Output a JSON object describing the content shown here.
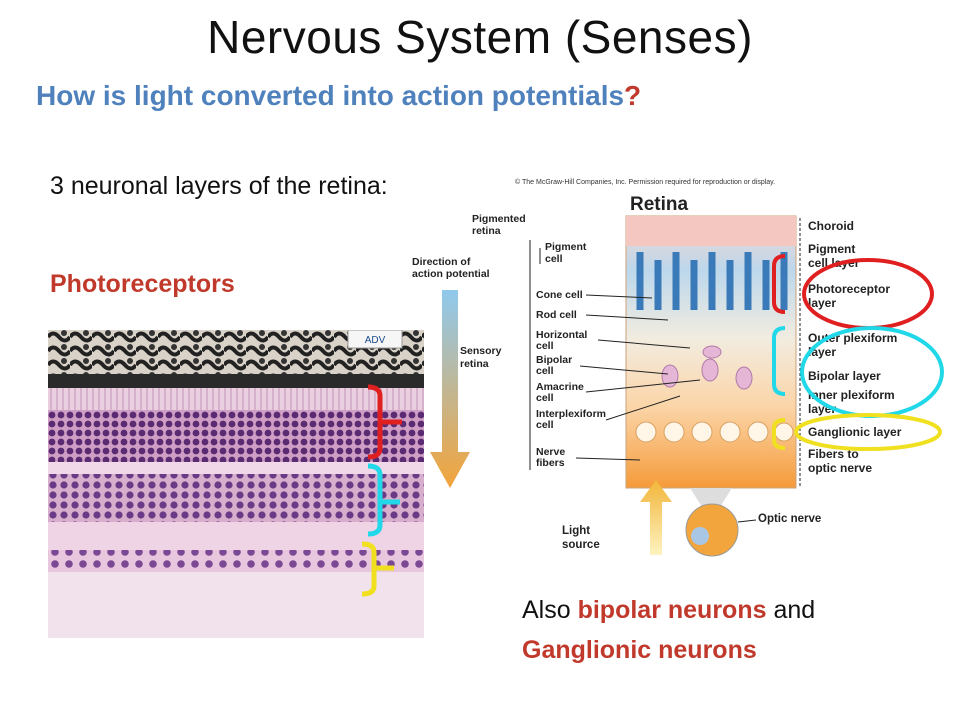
{
  "slide": {
    "title": "Nervous System (Senses)",
    "question": "How is light converted into action potentials",
    "question_mark": "?",
    "intro": "3 neuronal layers of the retina:",
    "photoreceptors": "Photoreceptors",
    "also_prefix": "Also ",
    "bipolar": "bipolar neurons",
    "and_text": " and",
    "ganglionic": "Ganglionic neurons"
  },
  "histology": {
    "stamp": "ADV"
  },
  "diagram": {
    "copyright": "© The McGraw-Hill Companies, Inc. Permission required for reproduction or display.",
    "title": "Retina",
    "left_labels": {
      "pigmented": [
        "Pigmented",
        "retina"
      ],
      "pigment_cell": [
        "Pigment",
        "cell"
      ],
      "direction": [
        "Direction of",
        "action potential"
      ],
      "cone": "Cone cell",
      "rod": "Rod cell",
      "horizontal": [
        "Horizontal",
        "cell"
      ],
      "bipolar": [
        "Bipolar",
        "cell"
      ],
      "amacrine": [
        "Amacrine",
        "cell"
      ],
      "interplexiform": [
        "Interplexiform",
        "cell"
      ],
      "nerve_fibers": [
        "Nerve",
        "fibers"
      ],
      "sensory": [
        "Sensory",
        "retina"
      ]
    },
    "right_labels": {
      "choroid": "Choroid",
      "pigment_layer": [
        "Pigment",
        "cell layer"
      ],
      "photoreceptor_layer": [
        "Photoreceptor",
        "layer"
      ],
      "outer_plexiform": [
        "Outer plexiform",
        "layer"
      ],
      "bipolar_layer": "Bipolar layer",
      "inner_plexiform": [
        "Inner plexiform",
        "layer"
      ],
      "ganglionic_layer": "Ganglionic layer",
      "fibers_optic": [
        "Fibers to",
        "optic nerve"
      ]
    },
    "bottom_labels": {
      "light_source": [
        "Light",
        "source"
      ],
      "optic_nerve": "Optic nerve"
    }
  },
  "colors": {
    "title_blue": "#4f81bd",
    "emphasis_red": "#c0392b",
    "highlight_red": "#e02020",
    "highlight_cyan": "#20d8e8",
    "highlight_yellow": "#f0e020"
  }
}
